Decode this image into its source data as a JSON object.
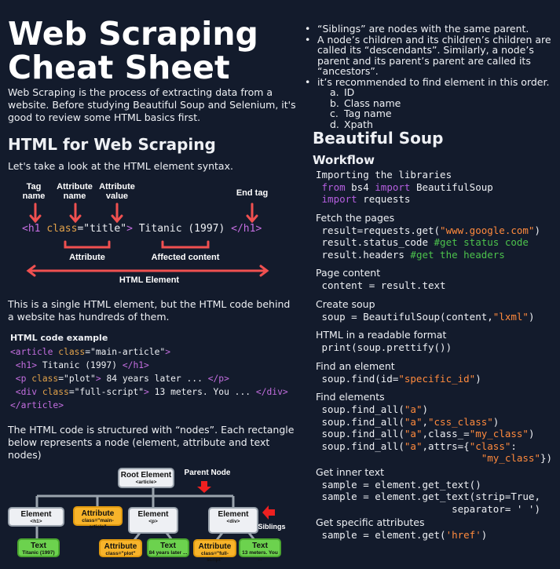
{
  "title": [
    "Web Scraping",
    "Cheat Sheet"
  ],
  "intro": "Web Scraping is the process of extracting data from a website. Before studying Beautiful Soup and Selenium, it's good to review some HTML basics first.",
  "html_section": {
    "heading": "HTML for Web Scraping",
    "lead": "Let's take a look at the HTML element syntax.",
    "labels": {
      "tag_name": "Tag name",
      "attr_name": "Attribute name",
      "attr_value": "Attribute value",
      "end_tag": "End tag",
      "attribute": "Attribute",
      "affected": "Affected content",
      "element": "HTML Element"
    },
    "syntax": [
      [
        "<h1 ",
        "tag"
      ],
      [
        "class",
        "attr"
      ],
      [
        "=\"title\"",
        "pl"
      ],
      [
        "> ",
        "tag"
      ],
      [
        "Titanic (1997) ",
        "pl"
      ],
      [
        "</h1>",
        "tag"
      ]
    ],
    "para": "This is a single HTML element, but the HTML code behind a website has hundreds of them.",
    "example_title": "HTML code example",
    "example": [
      [
        [
          "<article ",
          "tag"
        ],
        [
          "class",
          "attr"
        ],
        [
          "=\"main-article\"",
          "pl"
        ],
        [
          ">",
          "tag"
        ]
      ],
      [
        [
          " <h1>",
          "tag"
        ],
        [
          " Titanic (1997) ",
          "pl"
        ],
        [
          "</h1>",
          "tag"
        ]
      ],
      [
        [
          " <p ",
          "tag"
        ],
        [
          "class",
          "attr"
        ],
        [
          "=\"plot\"",
          "pl"
        ],
        [
          ">",
          "tag"
        ],
        [
          " 84 years later ... ",
          "pl"
        ],
        [
          "</p>",
          "tag"
        ]
      ],
      [
        [
          " <div ",
          "tag"
        ],
        [
          "class",
          "attr"
        ],
        [
          "=\"full-script\"",
          "pl"
        ],
        [
          ">",
          "tag"
        ],
        [
          " 13 meters. You ... ",
          "pl"
        ],
        [
          "</div>",
          "tag"
        ]
      ],
      [
        [
          "</article>",
          "tag"
        ]
      ]
    ],
    "nodes_para": "The HTML code is structured with “nodes”. Each rectangle below represents a node (element, attribute and text nodes)",
    "tree": {
      "root": [
        "Root Element",
        "<article>"
      ],
      "parent_node": "Parent Node",
      "siblings": "Siblings",
      "el_h1": [
        "Element",
        "<h1>"
      ],
      "attr_main": [
        "Attribute",
        "class=\"main-article\""
      ],
      "el_p": [
        "Element",
        "<p>"
      ],
      "el_div": [
        "Element",
        "<div>"
      ],
      "text_h1": [
        "Text",
        "Titanic (1997)"
      ],
      "attr_plot": [
        "Attribute",
        "class=\"plot\""
      ],
      "text_p": [
        "Text",
        "84 years later ..."
      ],
      "attr_full": [
        "Attribute",
        "class=\"full-script\""
      ],
      "text_div": [
        "Text",
        "13 meters. You ..."
      ]
    }
  },
  "notes": {
    "bullets": [
      "“Siblings” are nodes with the same parent.",
      "A node’s children and its children’s children are called its “descendants”. Similarly, a node’s parent and its parent’s parent are called its “ancestors”.",
      "it’s recommended to find element in this order."
    ],
    "order": [
      [
        "a.",
        "ID"
      ],
      [
        "b.",
        "Class name"
      ],
      [
        "c.",
        "Tag name"
      ],
      [
        "d.",
        "Xpath"
      ]
    ]
  },
  "bs": {
    "heading": "Beautiful Soup",
    "workflow": "Workflow",
    "sections": [
      {
        "title": "Importing the libraries",
        "mono_title": true,
        "lines": [
          [
            [
              " from ",
              "kw"
            ],
            [
              "bs4 ",
              "pl"
            ],
            [
              "import ",
              "kw"
            ],
            [
              "BeautifulSoup",
              "pl"
            ]
          ],
          [
            [
              " import ",
              "kw"
            ],
            [
              "requests",
              "pl"
            ]
          ]
        ]
      },
      {
        "title": "Fetch the pages",
        "lines": [
          [
            [
              " result=requests.get(",
              "pl"
            ],
            [
              "\"www.google.com\"",
              "str"
            ],
            [
              ")",
              "pl"
            ]
          ],
          [
            [
              " result.status_code ",
              "pl"
            ],
            [
              "#get status code",
              "cm"
            ]
          ],
          [
            [
              " result.headers ",
              "pl"
            ],
            [
              "#get the headers",
              "cm"
            ]
          ]
        ]
      },
      {
        "title": "Page content",
        "lines": [
          [
            [
              " content = result.text",
              "pl"
            ]
          ]
        ]
      },
      {
        "title": "Create soup",
        "lines": [
          [
            [
              " soup = BeautifulSoup(content,",
              "pl"
            ],
            [
              "\"lxml\"",
              "str"
            ],
            [
              ")",
              "pl"
            ]
          ]
        ]
      },
      {
        "title": "HTML in a readable format",
        "lines": [
          [
            [
              " print(soup.prettify())",
              "pl"
            ]
          ]
        ]
      },
      {
        "title": "Find an element",
        "lines": [
          [
            [
              " soup.find(id=",
              "pl"
            ],
            [
              "\"specific_id\"",
              "str"
            ],
            [
              ")",
              "pl"
            ]
          ]
        ]
      },
      {
        "title": "Find elements",
        "lines": [
          [
            [
              " soup.find_all(",
              "pl"
            ],
            [
              "\"a\"",
              "str"
            ],
            [
              ")",
              "pl"
            ]
          ],
          [
            [
              " soup.find_all(",
              "pl"
            ],
            [
              "\"a\"",
              "str"
            ],
            [
              ",",
              "pl"
            ],
            [
              "\"css_class\"",
              "str"
            ],
            [
              ")",
              "pl"
            ]
          ],
          [
            [
              " soup.find_all(",
              "pl"
            ],
            [
              "\"a\"",
              "str"
            ],
            [
              ",class_=",
              "pl"
            ],
            [
              "\"my_class\"",
              "str"
            ],
            [
              ")",
              "pl"
            ]
          ],
          [
            [
              " soup.find_all(",
              "pl"
            ],
            [
              "\"a\"",
              "str"
            ],
            [
              ",attrs={",
              "pl"
            ],
            [
              "\"class\"",
              "str"
            ],
            [
              ":",
              "pl"
            ]
          ],
          [
            [
              "                            ",
              "pl"
            ],
            [
              "\"my_class\"",
              "str"
            ],
            [
              "})",
              "pl"
            ]
          ]
        ]
      },
      {
        "title": "Get inner text",
        "tight": true,
        "lines": [
          [
            [
              " sample = element.get_text()",
              "pl"
            ]
          ],
          [
            [
              " sample = element.get_text(strip=True,",
              "pl"
            ]
          ],
          [
            [
              "                       separator= ' ')",
              "pl"
            ]
          ]
        ]
      },
      {
        "title": "Get specific attributes",
        "tight": true,
        "lines": [
          [
            [
              " sample = element.get(",
              "pl"
            ],
            [
              "'href'",
              "str"
            ],
            [
              ")",
              "pl"
            ]
          ]
        ]
      }
    ]
  },
  "colors": {
    "bg": "#131b2c",
    "arrow": "#f05050",
    "tag": "#c46ee0",
    "attr": "#e0a14a",
    "string": "#ff8a3d",
    "comment": "#4cc24c"
  }
}
